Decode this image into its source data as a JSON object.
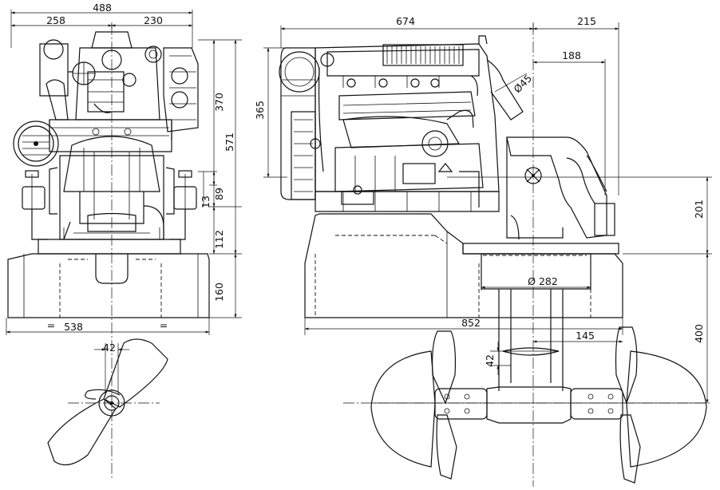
{
  "dimensions": {
    "front": {
      "total_width": "488",
      "left_half": "258",
      "right_half": "230",
      "height_370": "370",
      "height_571": "571",
      "height_89": "89",
      "height_13": "13",
      "height_112": "112",
      "height_160": "160",
      "base_width": "538",
      "base_mark_left": "=",
      "base_mark_right": "=",
      "fan_hub": "42"
    },
    "side": {
      "length_674": "674",
      "length_215": "215",
      "length_188": "188",
      "height_365": "365",
      "angle_45": "Ø45",
      "height_201": "201",
      "diameter_282": "Ø 282",
      "base_length": "852",
      "prop_145": "145",
      "prop_42": "42",
      "drop_400": "400"
    }
  }
}
